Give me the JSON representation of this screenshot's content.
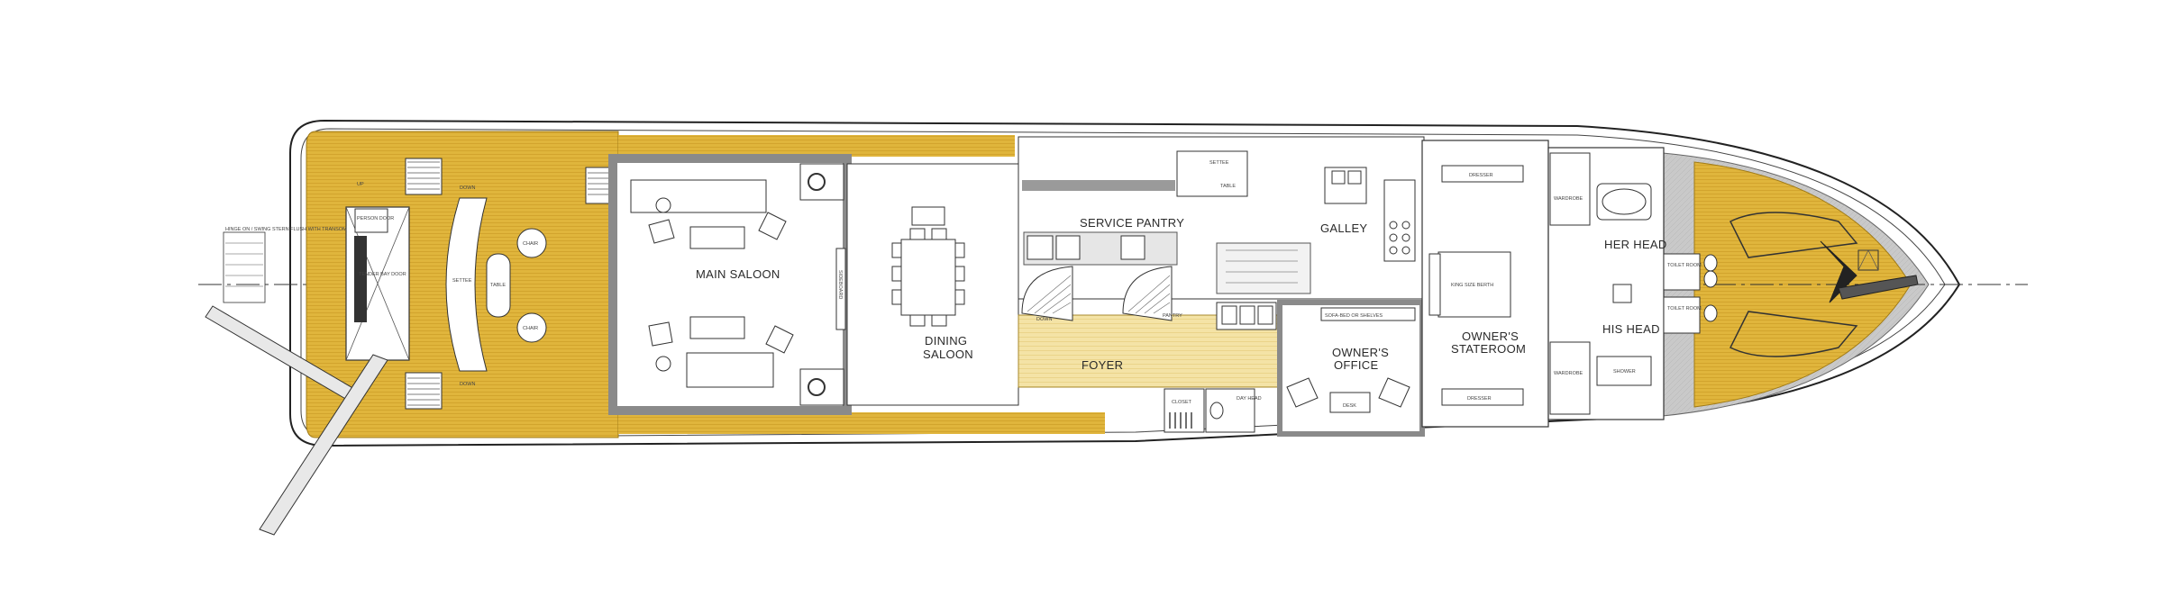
{
  "rooms": {
    "main_saloon": "MAIN SALOON",
    "dining_saloon_1": "DINING",
    "dining_saloon_2": "SALOON",
    "service_pantry": "SERVICE PANTRY",
    "galley": "GALLEY",
    "foyer": "FOYER",
    "owners_office_1": "OWNER'S",
    "owners_office_2": "OFFICE",
    "owners_stateroom_1": "OWNER'S",
    "owners_stateroom_2": "STATEROOM",
    "her_head": "HER HEAD",
    "his_head": "HIS HEAD"
  },
  "labels": {
    "settee_aft": "SETTEE",
    "table_aft": "TABLE",
    "chair_1": "CHAIR",
    "chair_2": "CHAIR",
    "tender_bay_door": "TENDER BAY DOOR",
    "person_door": "PERSON DOOR",
    "sideboard": "SIDEBOARD",
    "settee_galley": "SETTEE",
    "table_galley": "TABLE",
    "dresser_top": "DRESSER",
    "dresser_bottom": "DRESSER",
    "king_berth": "KING SIZE BERTH",
    "wardrobe_1": "WARDROBE",
    "wardrobe_2": "WARDROBE",
    "toilet_room_1": "TOILET ROOM",
    "toilet_room_2": "TOILET ROOM",
    "shower": "SHOWER",
    "sofa_bed": "SOFA-BED OR SHELVES",
    "desk": "DESK",
    "closet": "CLOSET",
    "day_head": "DAY HEAD",
    "pantry": "PANTRY",
    "up": "UP",
    "down_1": "DOWN",
    "down_2": "DOWN",
    "down_3": "DOWN",
    "stern_note": "HINGE ON / SWING STERN FLUSH WITH TRANSOM"
  },
  "colors": {
    "teak": "#e0b53c",
    "teak_line": "#c99a22",
    "wall": "#9a9a9a",
    "foyer": "#f4e3a6",
    "hull_line": "#2a2a2a"
  }
}
